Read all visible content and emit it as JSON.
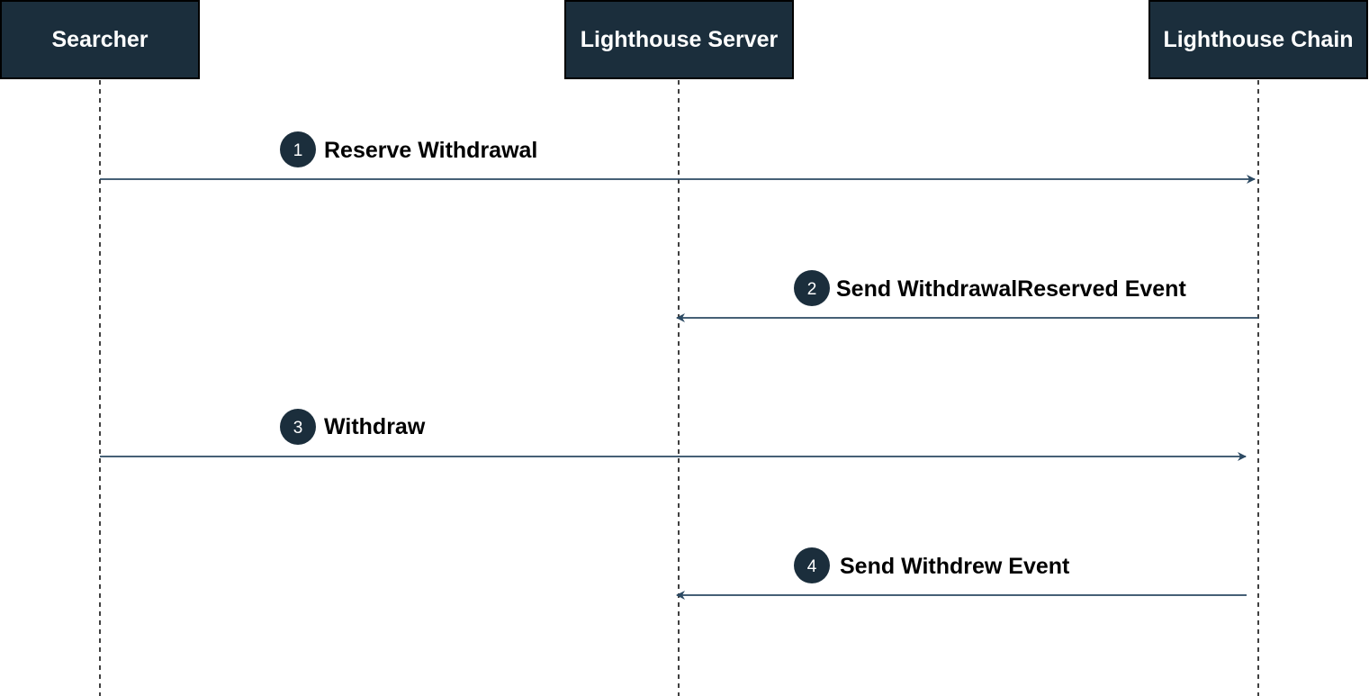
{
  "colors": {
    "actor_fill": "#1b2e3c",
    "arrow": "#2c4a63",
    "badge": "#1b2e3c",
    "lifeline": "#000000"
  },
  "actors": [
    {
      "id": "searcher",
      "label": "Searcher"
    },
    {
      "id": "server",
      "label": "Lighthouse Server"
    },
    {
      "id": "chain",
      "label": "Lighthouse Chain"
    }
  ],
  "messages": [
    {
      "step": "1",
      "label": "Reserve Withdrawal",
      "from": "Searcher",
      "to": "Lighthouse Chain"
    },
    {
      "step": "2",
      "label": "Send WithdrawalReserved Event",
      "from": "Lighthouse Chain",
      "to": "Lighthouse Server"
    },
    {
      "step": "3",
      "label": "Withdraw",
      "from": "Searcher",
      "to": "Lighthouse Chain"
    },
    {
      "step": "4",
      "label": "Send Withdrew Event",
      "from": "Lighthouse Chain",
      "to": "Lighthouse Server"
    }
  ]
}
